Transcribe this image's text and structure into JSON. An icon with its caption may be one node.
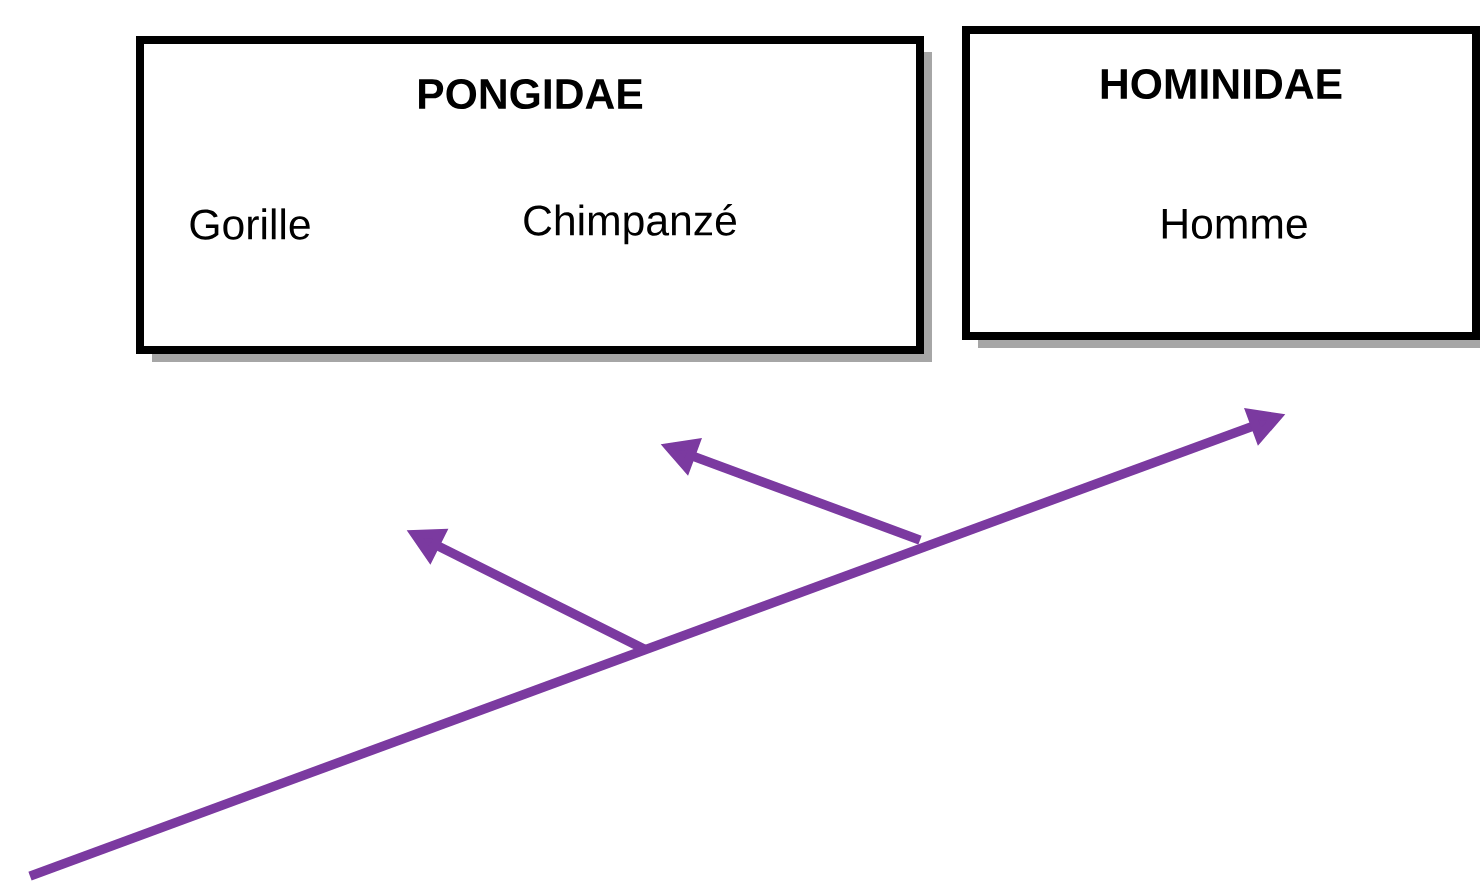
{
  "diagram": {
    "nodes": [
      {
        "text": [
          "PONGIDAE"
        ]
      },
      {
        "text": [
          "Gorille"
        ],
        "in": 0
      },
      {
        "text": [
          "Chimpanzé"
        ],
        "in": 0
      },
      {
        "text": [
          "HOMINIDAE"
        ]
      },
      {
        "text": [
          "Homme"
        ],
        "in": 3
      }
    ]
  }
}
